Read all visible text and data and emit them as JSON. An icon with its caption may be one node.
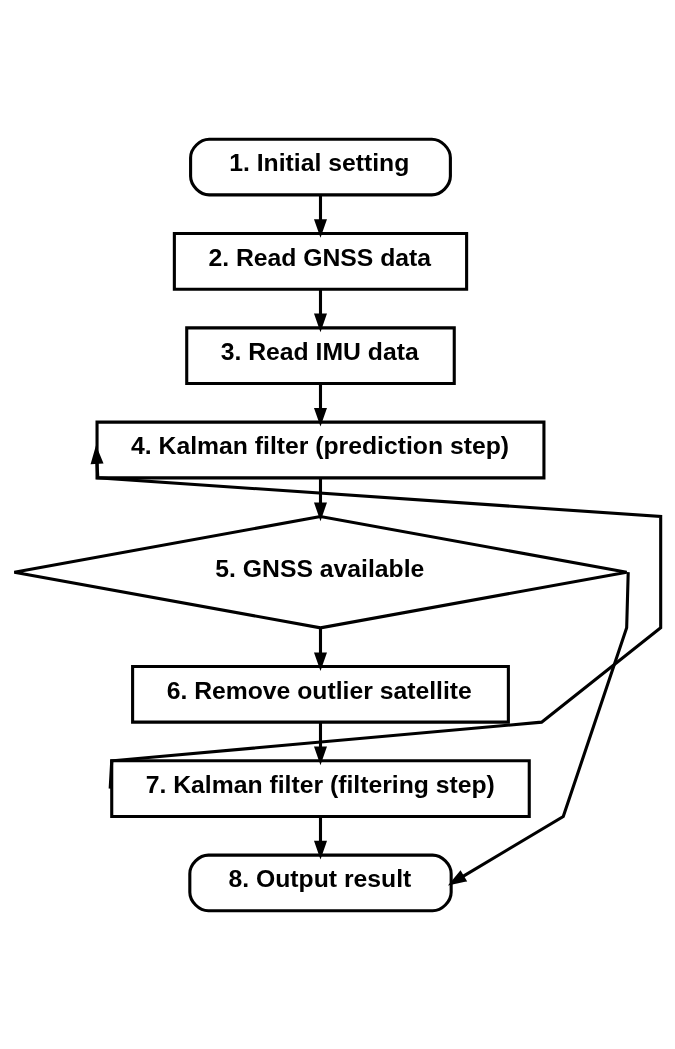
{
  "diagram": {
    "nodes": [
      {
        "text": [
          "1. Initial setting"
        ]
      },
      {
        "text": [
          "2. Read GNSS data"
        ]
      },
      {
        "text": [
          "3. Read IMU data"
        ]
      },
      {
        "text": [
          "4. Kalman filter (prediction step)"
        ]
      },
      {
        "text": [
          "5. GNSS available"
        ]
      },
      {
        "text": [
          "6. Remove outlier satellite"
        ]
      },
      {
        "text": [
          "7. Kalman filter (filtering step)"
        ]
      },
      {
        "text": [
          "8. Output result"
        ]
      }
    ],
    "edges": [
      {
        "from": 0,
        "to": 1,
        "arrow": "to"
      },
      {
        "from": 1,
        "to": 2,
        "arrow": "to"
      },
      {
        "from": 2,
        "to": 3,
        "arrow": "to"
      },
      {
        "from": 3,
        "to": 4,
        "arrow": "to"
      },
      {
        "from": 4,
        "to": 5,
        "arrow": "to"
      },
      {
        "from": 5,
        "to": 6,
        "arrow": "to"
      },
      {
        "from": 6,
        "to": 3,
        "arrow": "to"
      },
      {
        "from": 4,
        "to": 7,
        "arrow": "to"
      },
      {
        "from": 6,
        "to": 7,
        "arrow": "to"
      }
    ]
  }
}
